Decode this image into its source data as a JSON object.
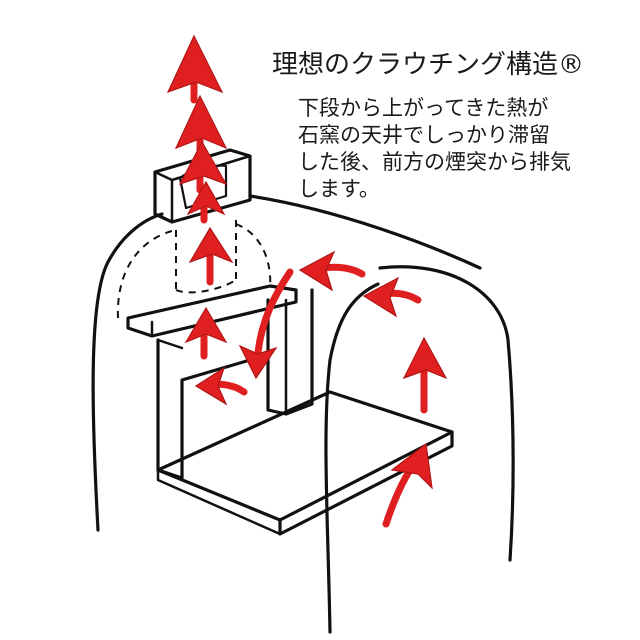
{
  "title": "理想のクラウチング構造®",
  "description_lines": [
    "下段から上がってきた熱が",
    "石窯の天井でしっかり滞留",
    "した後、前方の煙突から排気",
    "します。"
  ],
  "colors": {
    "ink": "#111111",
    "heat_arrow": "#e02020"
  }
}
